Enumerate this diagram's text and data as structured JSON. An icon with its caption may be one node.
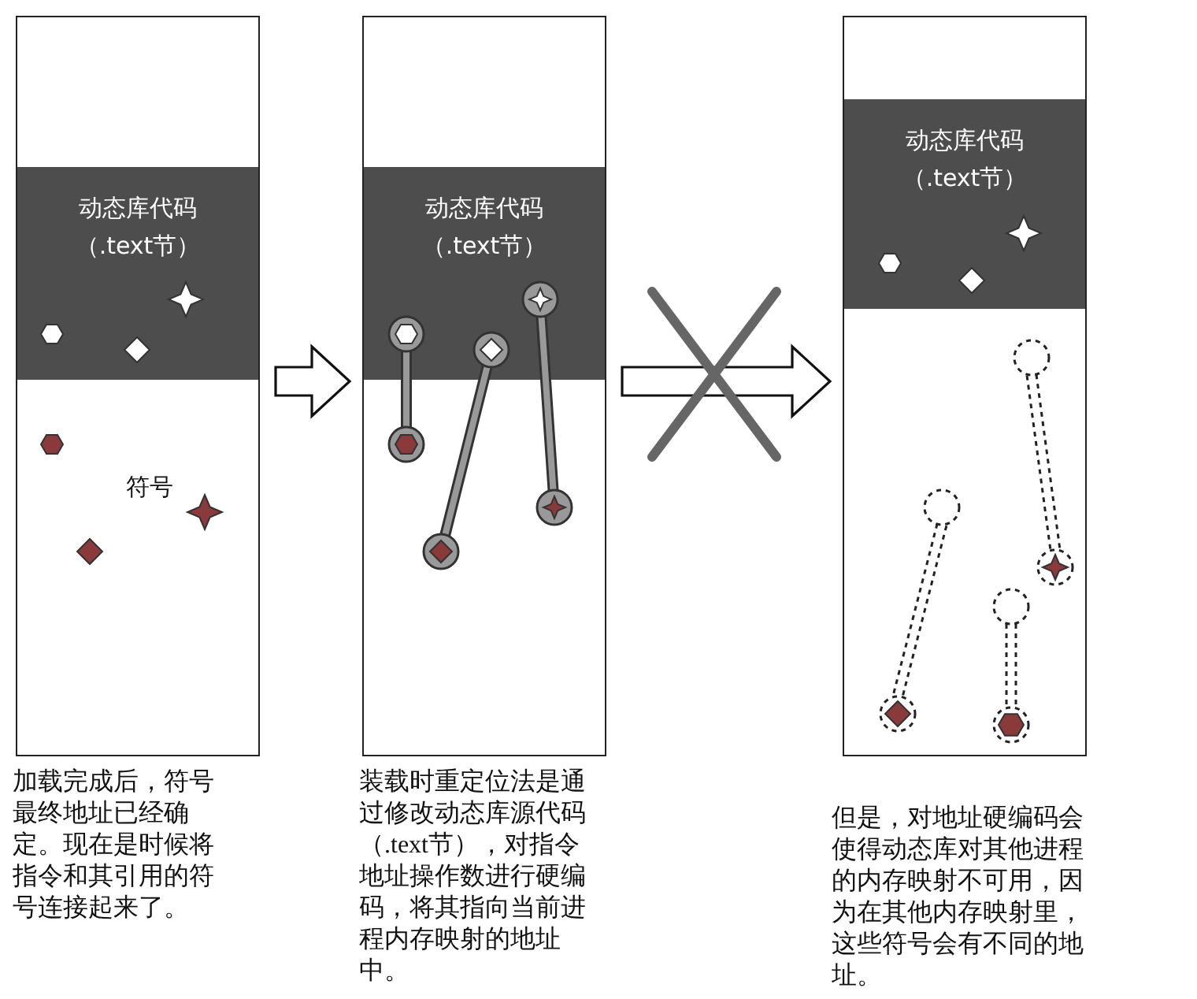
{
  "diagram": {
    "nodes": [
      {
        "text": [],
        "shape": "box",
        "beside": [
          "加载完成后，符号最终地址已经确定。现在是时候将指令和其引用的符号连接起来了。"
        ]
      },
      {
        "text": [
          "动态库代码（.text节）"
        ],
        "in": 0
      },
      {
        "text": [],
        "shape": "box",
        "beside": [
          "装载时重定位法是通过修改动态库源代码（.text节），对指令地址操作数进行硬编码，将其指向当前进程内存映射的地址中。"
        ]
      },
      {
        "text": [
          "动态库代码（.text节）"
        ],
        "in": 2
      },
      {
        "text": [],
        "shape": "box",
        "beside": [
          "但是，对地址硬编码会使得动态库对其他进程的内存映射不可用，因为在其他内存映射里，这些符号会有不同的地址。"
        ]
      },
      {
        "text": [
          "动态库代码（.text节）"
        ],
        "in": 4
      }
    ],
    "edges": [
      {
        "from": 0,
        "to": 2,
        "arrow": "to"
      },
      {
        "from": 2,
        "to": 4,
        "arrow": "to"
      }
    ],
    "labels": [
      "符号"
    ]
  }
}
